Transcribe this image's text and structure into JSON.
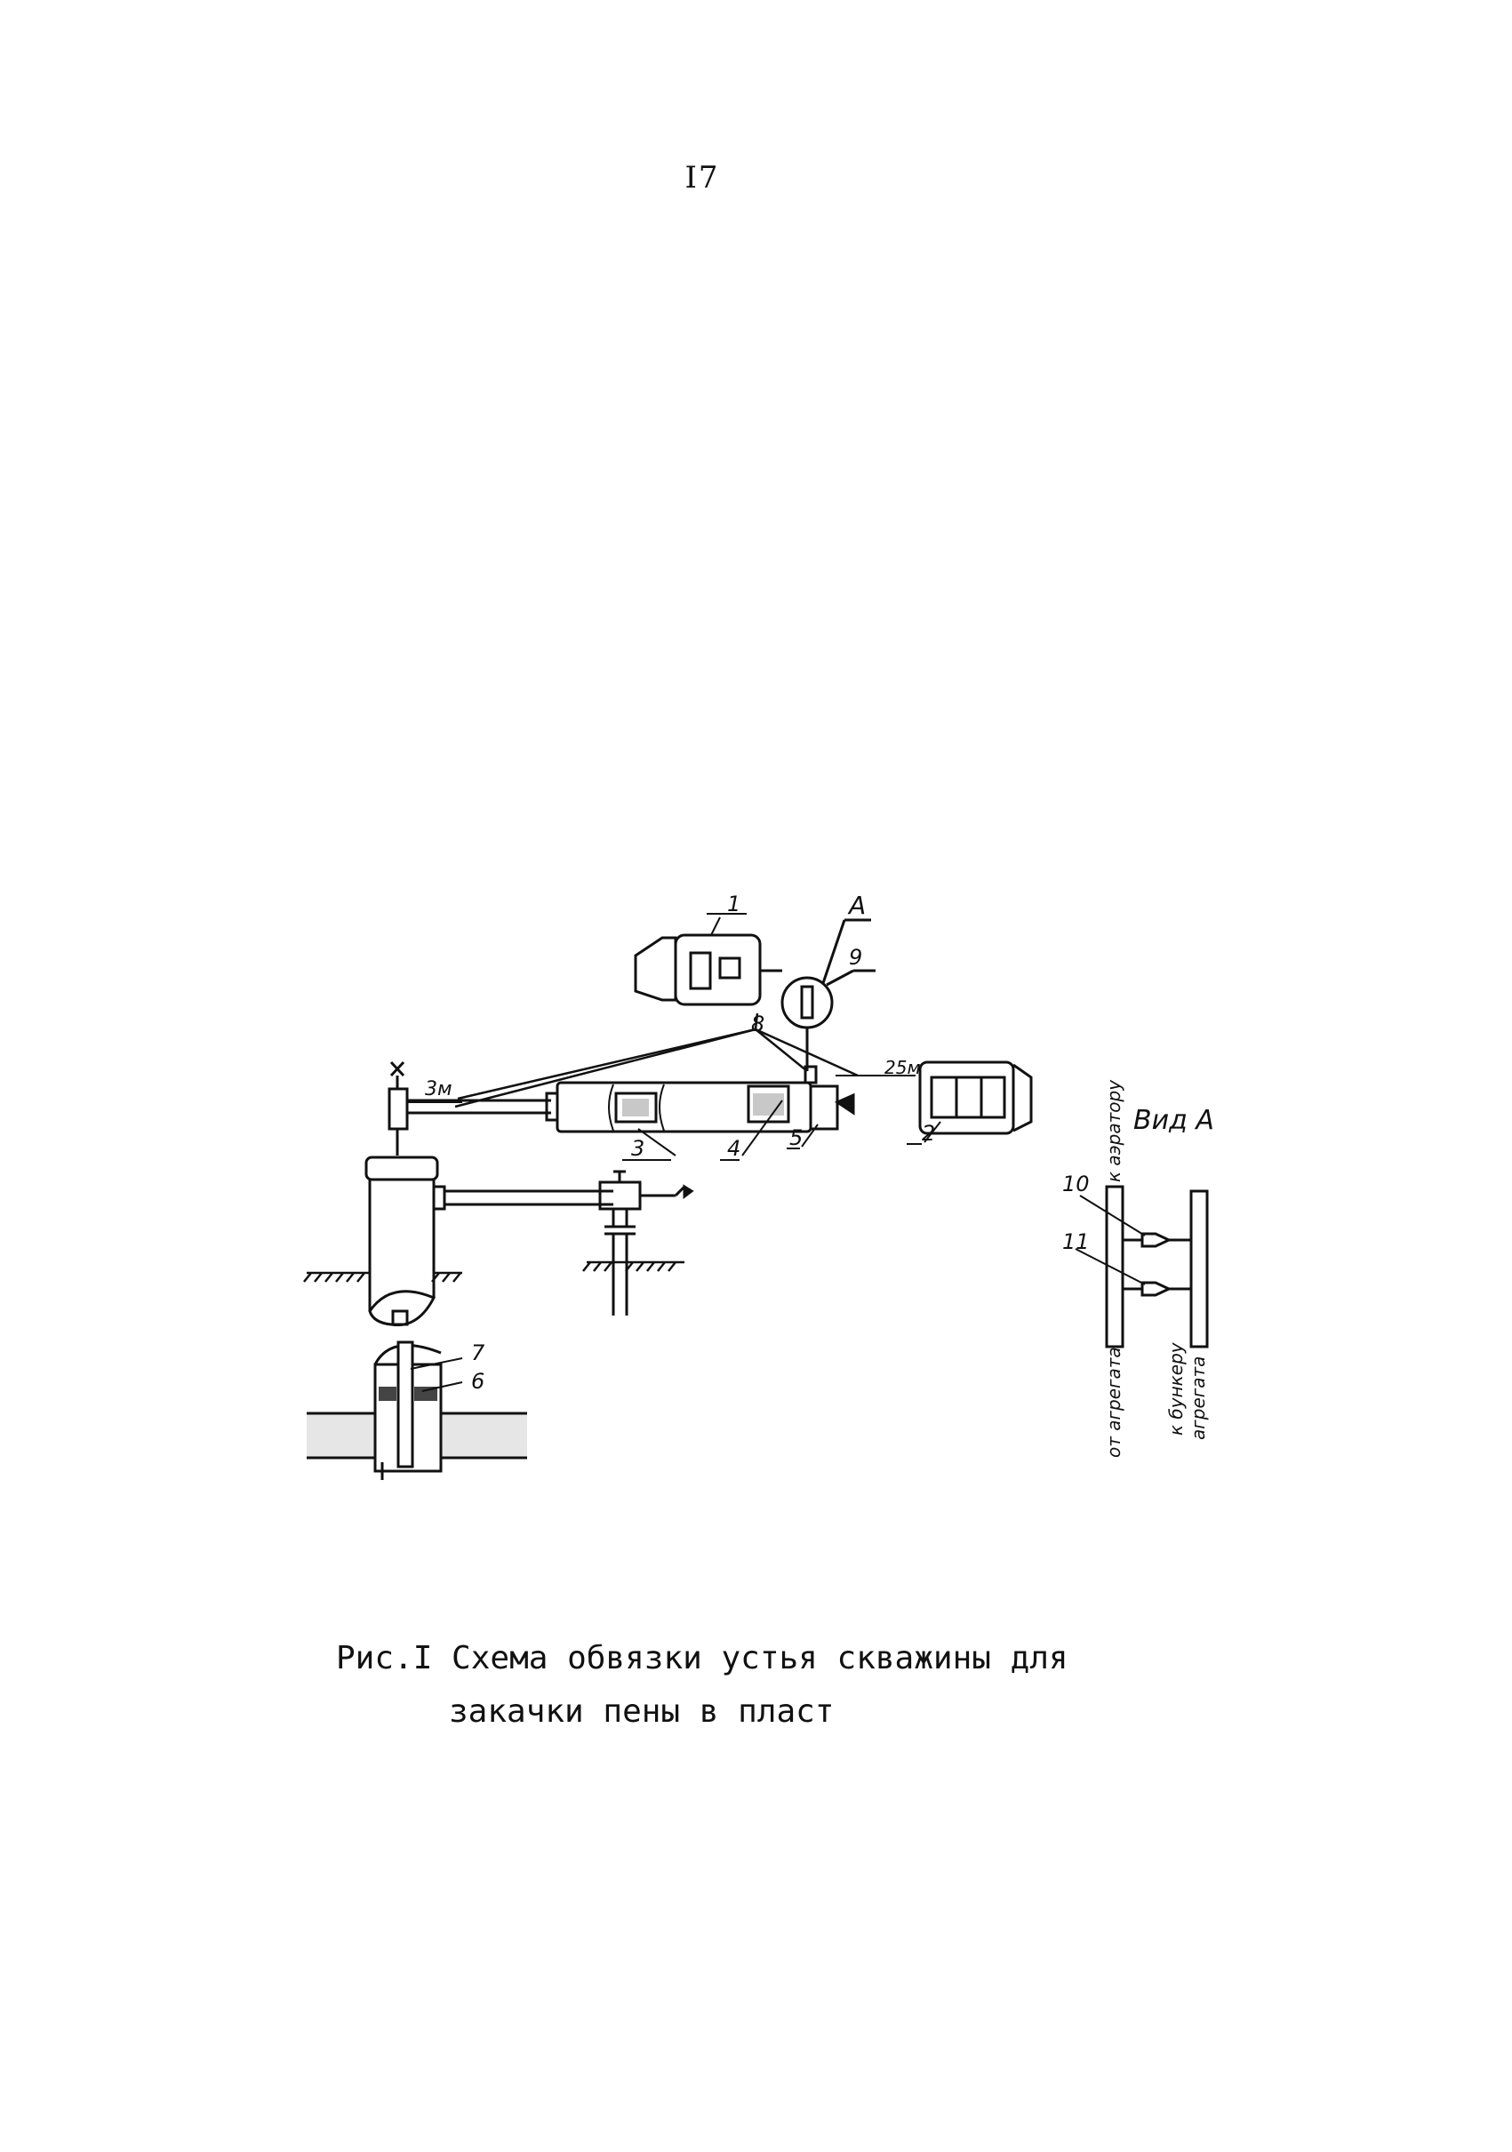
{
  "page": {
    "number": "I7"
  },
  "caption": {
    "line1": "Рис.I Схема обвязки устья скважины для",
    "line2": "закачки пены в пласт"
  },
  "diagram": {
    "callouts": {
      "c1": "1",
      "c2": "2",
      "c3": "3",
      "c4": "4",
      "c5": "5",
      "c6": "6",
      "c7": "7",
      "c8": "8",
      "c9": "9",
      "c10": "10",
      "c11": "11",
      "viewA": "A"
    },
    "distances": {
      "d1": "3м",
      "d2": "25м"
    },
    "view_a": {
      "title": "Вид А",
      "to_aerator": "к аэратору",
      "from_unit": "от агрегата",
      "to_bunker_line1": "к бункеру",
      "to_bunker_line2": "агрегата"
    }
  }
}
